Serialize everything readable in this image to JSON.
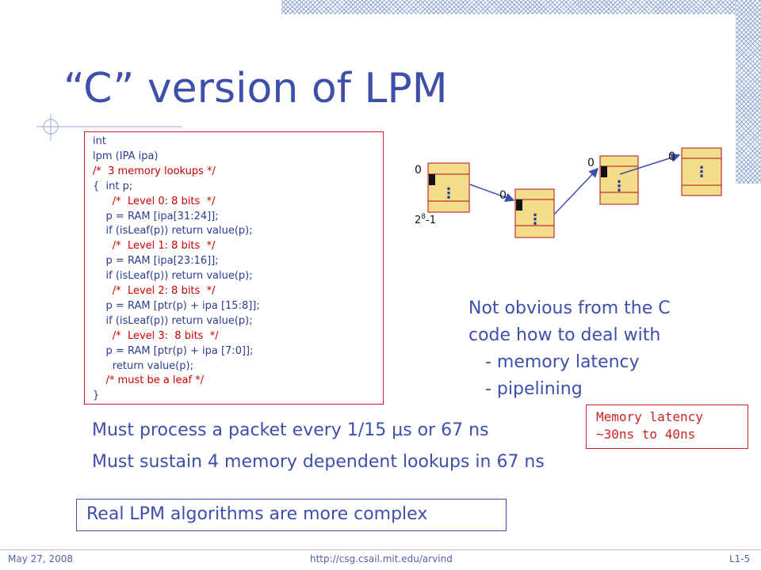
{
  "slide": {
    "title": "“C” version of LPM",
    "code": [
      {
        "text": "int",
        "color": "blue"
      },
      {
        "text": "lpm (IPA ipa)",
        "color": "blue"
      },
      {
        "text": "/*  3 memory lookups */",
        "color": "red"
      },
      {
        "text": "{  int p;",
        "color": "blue"
      },
      {
        "text": "      /*  Level 0: 8 bits  */",
        "color": "red"
      },
      {
        "text": "    p = RAM [ipa[31:24]];",
        "color": "blue"
      },
      {
        "text": "    if (isLeaf(p)) return value(p);",
        "color": "blue"
      },
      {
        "text": "      /*  Level 1: 8 bits  */",
        "color": "red"
      },
      {
        "text": "    p = RAM [ipa[23:16]];",
        "color": "blue"
      },
      {
        "text": "    if (isLeaf(p)) return value(p);",
        "color": "blue"
      },
      {
        "text": "      /*  Level 2: 8 bits  */",
        "color": "red"
      },
      {
        "text": "    p = RAM [ptr(p) + ipa [15:8]];",
        "color": "blue"
      },
      {
        "text": "    if (isLeaf(p)) return value(p);",
        "color": "blue"
      },
      {
        "text": "      /*  Level 3:  8 bits  */",
        "color": "red"
      },
      {
        "text": "    p = RAM [ptr(p) + ipa [7:0]];",
        "color": "blue"
      },
      {
        "text": "      return value(p);",
        "color": "blue"
      },
      {
        "text": "    /* must be a leaf */",
        "color": "red"
      },
      {
        "text": "}",
        "color": "blue"
      }
    ],
    "diagram": {
      "zero_label": "0",
      "size_base": "2",
      "size_exp": "8",
      "size_suffix": "-1",
      "ellipsis": "⋮"
    },
    "note": "Not obvious from the C\ncode how to deal with\n   - memory latency\n   - pipelining",
    "latency_box": "Memory latency\n~30ns to 40ns",
    "line1_prefix": "Must process a packet every 1/15 ",
    "line1_mu": "μ",
    "line1_suffix": "s or 67 ns",
    "line2": "Must sustain 4 memory dependent lookups in 67 ns",
    "real_box": "Real LPM algorithms are more complex",
    "footer": {
      "date": "May 27, 2008",
      "url": "http://csg.csail.mit.edu/arvind",
      "page": "L1-5"
    },
    "colors": {
      "title": "#3d4fa8",
      "code_blue": "#2a3d8f",
      "code_red": "#cc0000",
      "box_fill": "#f3dc8a"
    }
  }
}
